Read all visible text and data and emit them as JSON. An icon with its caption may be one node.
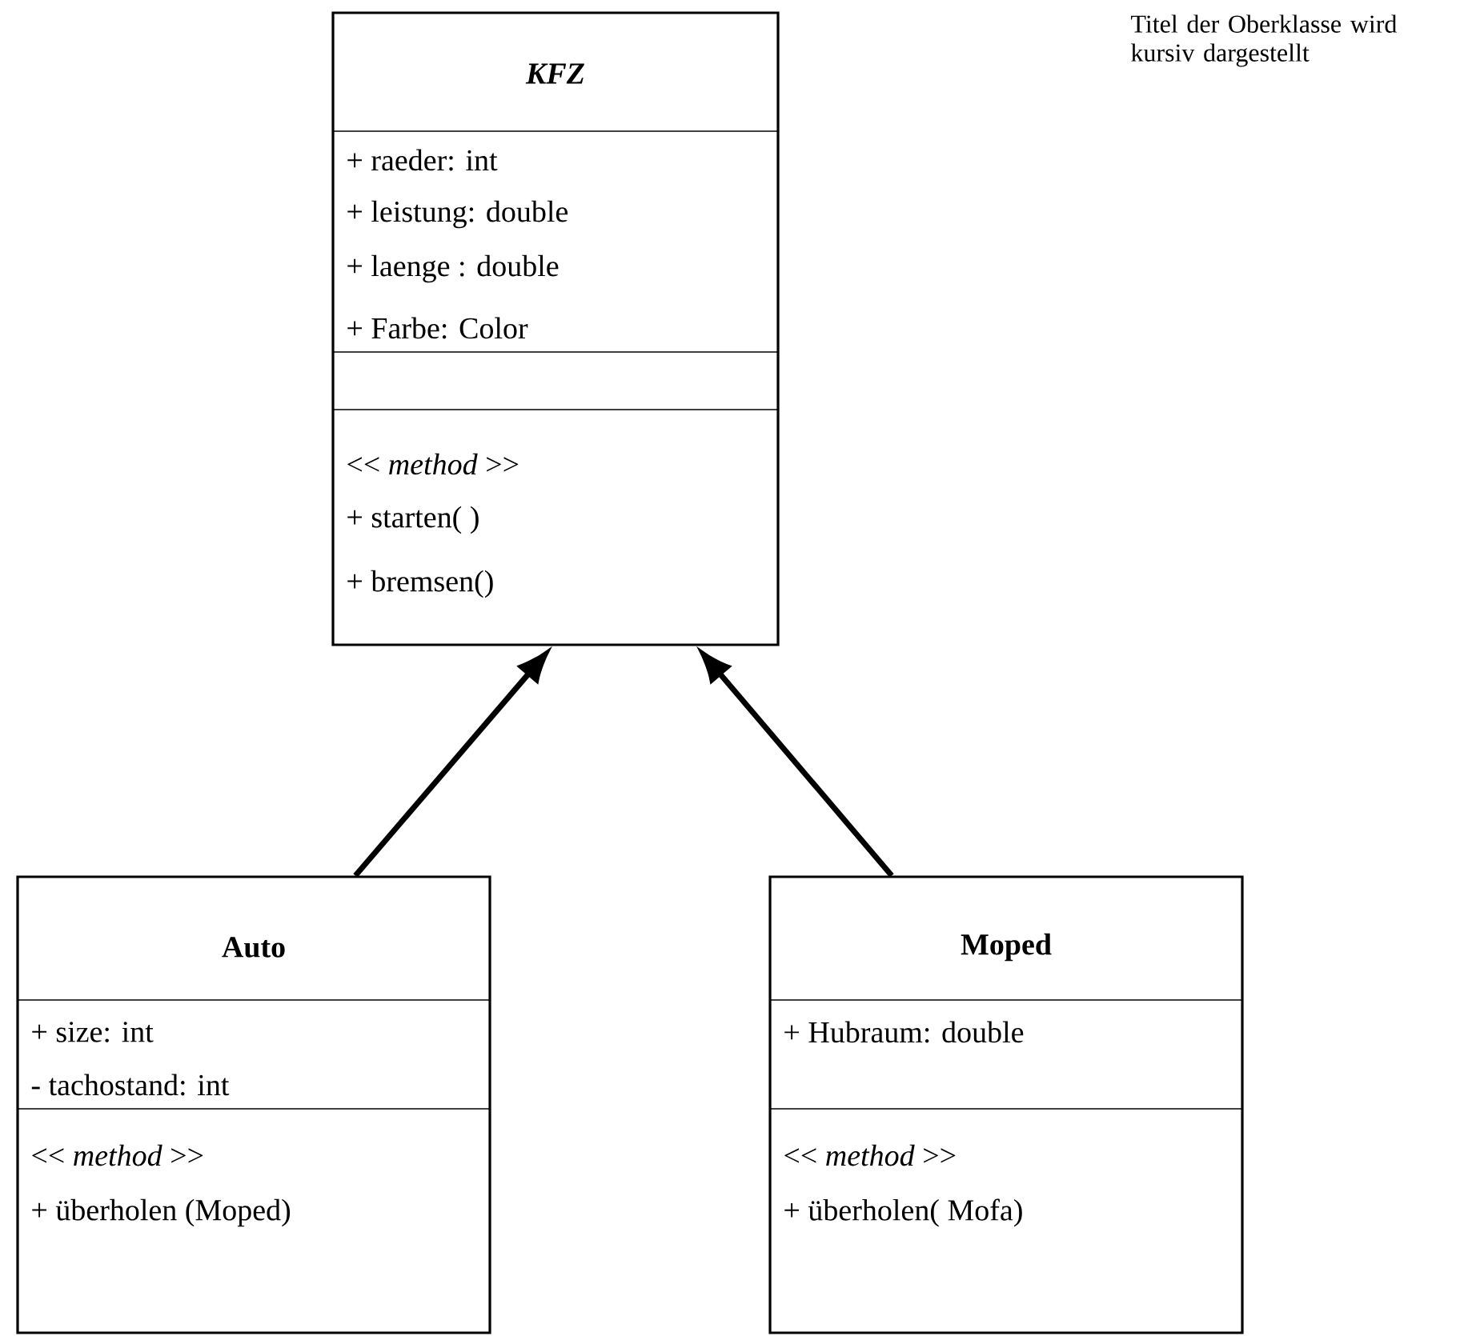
{
  "diagram": {
    "nodes": [
      {
        "text": [
          "KFZ",
          "+ raeder: int",
          "+ leistung: double",
          "+ laenge : double",
          "+ Farbe: Color",
          "<< *method* >>",
          "+ starten( )",
          "+ bremsen()"
        ]
      },
      {
        "text": [
          "Auto",
          "+ size: int",
          "- tachostand: int",
          "<< *method* >>",
          "+ überholen (Moped)"
        ]
      },
      {
        "text": [
          "Moped",
          "+ Hubraum: double",
          "<< *method* >>",
          "+ überholen( Mofa)"
        ]
      }
    ],
    "edges": [
      {
        "from": 1,
        "to": 0,
        "arrow": "to"
      },
      {
        "from": 2,
        "to": 0,
        "arrow": "to"
      }
    ],
    "labels": [
      "Titel der Oberklasse wird kursiv dargestellt"
    ]
  }
}
